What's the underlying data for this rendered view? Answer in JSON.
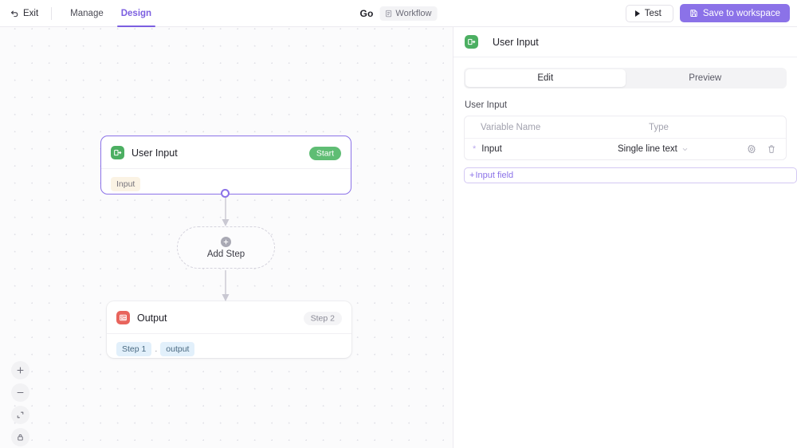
{
  "header": {
    "exit_label": "Exit",
    "exit_icon": "undo-arrow-icon",
    "tabs": [
      {
        "label": "Manage",
        "active": false
      },
      {
        "label": "Design",
        "active": true
      }
    ],
    "go_label": "Go",
    "workflow_badge": {
      "label": "Workflow",
      "icon": "document-icon"
    },
    "test_label": "Test",
    "save_label": "Save to workspace",
    "save_icon": "floppy-disk-icon",
    "accent_color": "#8b72e8"
  },
  "canvas": {
    "nodes": [
      {
        "id": "user-input",
        "title": "User Input",
        "icon": "user-input-icon",
        "icon_color": "#4caf62",
        "badge": "Start",
        "badge_color": "#5fbd74",
        "selected": true,
        "tags": [
          {
            "label": "Input",
            "style": "cream"
          }
        ]
      },
      {
        "id": "output",
        "title": "Output",
        "icon": "output-document-icon",
        "icon_color": "#e8645c",
        "badge": "Step 2",
        "badge_color": "#f4f4f6",
        "selected": false,
        "chips": [
          "Step 1",
          "output"
        ],
        "chip_separator": "."
      }
    ],
    "add_step": {
      "label": "Add Step",
      "icon": "plus-circle-icon"
    },
    "controls": [
      {
        "name": "zoom-in",
        "icon": "plus-icon"
      },
      {
        "name": "zoom-out",
        "icon": "minus-icon"
      },
      {
        "name": "fit-view",
        "icon": "expand-icon"
      },
      {
        "name": "lock",
        "icon": "lock-icon"
      }
    ]
  },
  "panel": {
    "title": "User Input",
    "icon": "user-input-icon",
    "segments": [
      {
        "label": "Edit",
        "active": true
      },
      {
        "label": "Preview",
        "active": false
      }
    ],
    "section_label": "User Input",
    "table": {
      "columns": [
        "Variable Name",
        "Type"
      ],
      "rows": [
        {
          "required": "*",
          "variable_name": "Input",
          "type": "Single line text",
          "actions": [
            "settings-gear-icon",
            "delete-trash-icon"
          ]
        }
      ]
    },
    "add_field_label": "Input field",
    "add_field_prefix": "+"
  }
}
